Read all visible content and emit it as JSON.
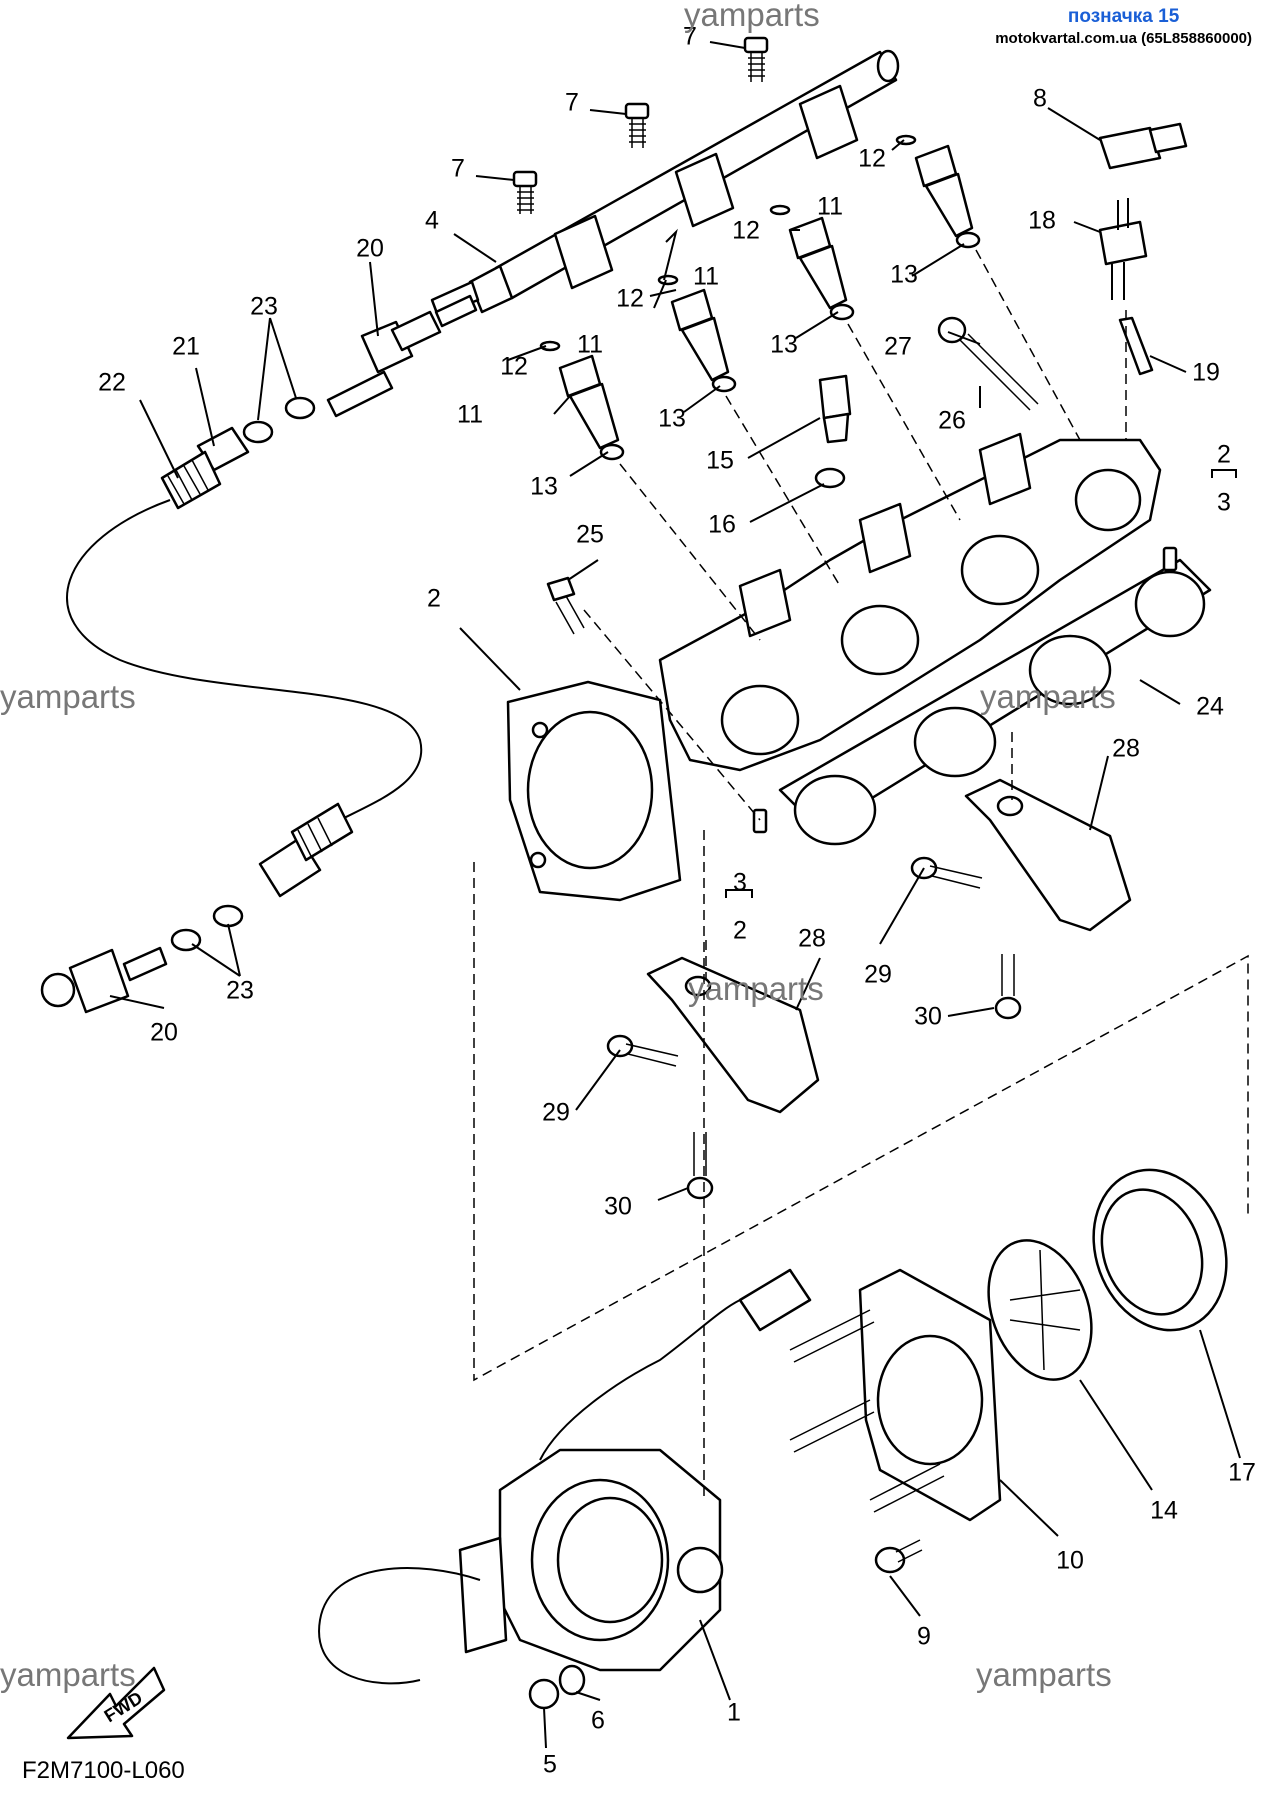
{
  "header": {
    "title": "позначка 15",
    "source": "motokvartal.com.ua (65L858860000)"
  },
  "watermarks": [
    "yamparts",
    "yamparts",
    "yamparts",
    "yamparts",
    "yamparts",
    "yamparts"
  ],
  "diagram_code": "F2M7100-L060",
  "fwd_label": "FWD",
  "callouts": [
    {
      "n": "7"
    },
    {
      "n": "7"
    },
    {
      "n": "7"
    },
    {
      "n": "8"
    },
    {
      "n": "4"
    },
    {
      "n": "20"
    },
    {
      "n": "23"
    },
    {
      "n": "21"
    },
    {
      "n": "22"
    },
    {
      "n": "12"
    },
    {
      "n": "12"
    },
    {
      "n": "12"
    },
    {
      "n": "12"
    },
    {
      "n": "11"
    },
    {
      "n": "11"
    },
    {
      "n": "11"
    },
    {
      "n": "11"
    },
    {
      "n": "13"
    },
    {
      "n": "13"
    },
    {
      "n": "13"
    },
    {
      "n": "13"
    },
    {
      "n": "18"
    },
    {
      "n": "27"
    },
    {
      "n": "19"
    },
    {
      "n": "26"
    },
    {
      "n": "15"
    },
    {
      "n": "16"
    },
    {
      "n": "2"
    },
    {
      "n": "3"
    },
    {
      "n": "25"
    },
    {
      "n": "2"
    },
    {
      "n": "24"
    },
    {
      "n": "28"
    },
    {
      "n": "3"
    },
    {
      "n": "2"
    },
    {
      "n": "28"
    },
    {
      "n": "29"
    },
    {
      "n": "30"
    },
    {
      "n": "29"
    },
    {
      "n": "30"
    },
    {
      "n": "23"
    },
    {
      "n": "20"
    },
    {
      "n": "17"
    },
    {
      "n": "14"
    },
    {
      "n": "10"
    },
    {
      "n": "9"
    },
    {
      "n": "1"
    },
    {
      "n": "6"
    },
    {
      "n": "5"
    }
  ]
}
